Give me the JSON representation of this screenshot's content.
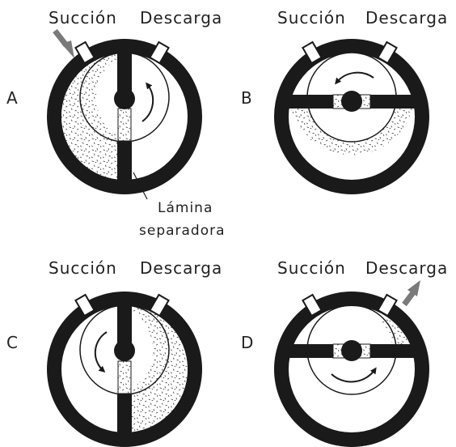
{
  "panels": {
    "a": {
      "letter": "A",
      "suction_label": "Succión",
      "discharge_label": "Descarga"
    },
    "b": {
      "letter": "B",
      "suction_label": "Succión",
      "discharge_label": "Descarga"
    },
    "c": {
      "letter": "C",
      "suction_label": "Succión",
      "discharge_label": "Descarga"
    },
    "d": {
      "letter": "D",
      "suction_label": "Succión",
      "discharge_label": "Descarga"
    }
  },
  "callout": {
    "line1": "Lámina",
    "line2": "separadora"
  },
  "colors": {
    "housing": "#1a1a1a",
    "fluid_dots": "#4a4a4a",
    "flow_arrow": "#7a7a7a",
    "port": "#ffffff"
  }
}
